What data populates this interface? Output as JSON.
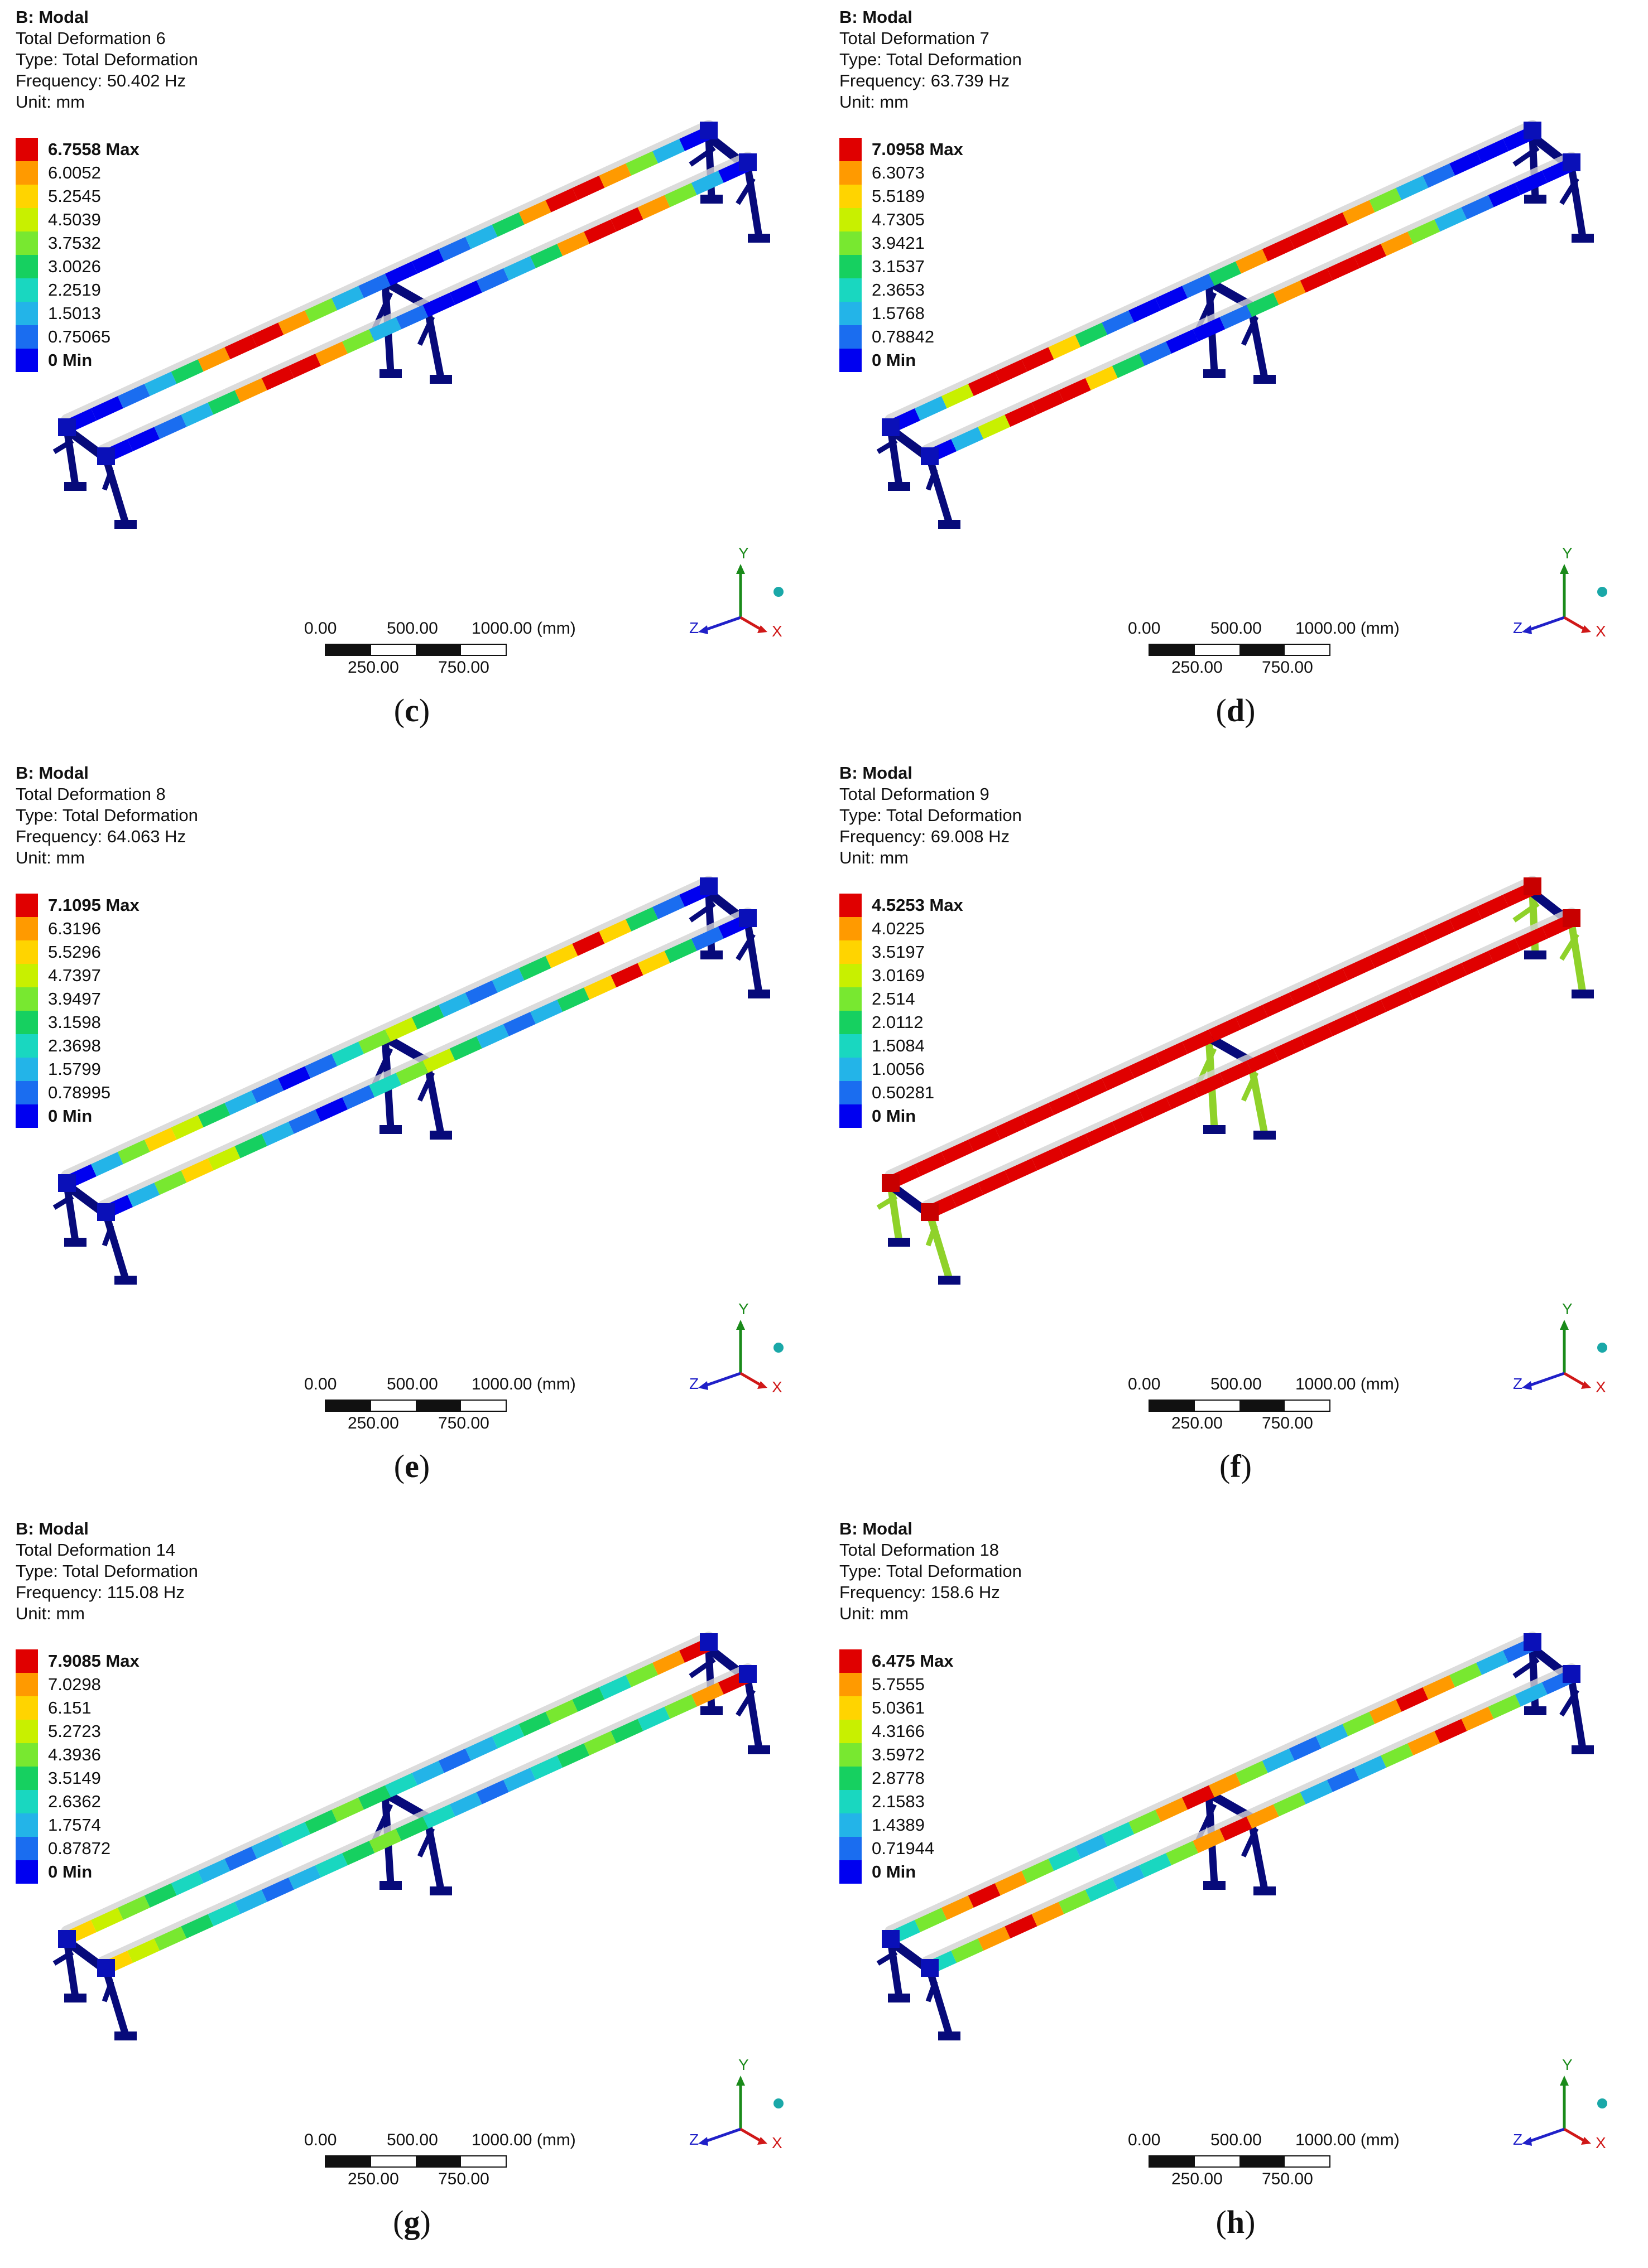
{
  "legend_colors": [
    "#e00000",
    "#ff9a00",
    "#ffd400",
    "#c8f000",
    "#78e830",
    "#16d060",
    "#19d7c0",
    "#23b4e8",
    "#1a6df0",
    "#0000f0"
  ],
  "icons": {
    "triad": "xyz-axis-triad-icon"
  },
  "panels": [
    {
      "caption": "c",
      "title": "B: Modal",
      "result": "Total Deformation 6",
      "type": "Type: Total Deformation",
      "frequency": "Frequency: 50.402 Hz",
      "unit": "Unit: mm",
      "legend": [
        "6.7558 Max",
        "6.0052",
        "5.2545",
        "4.5039",
        "3.7532",
        "3.0026",
        "2.2519",
        "1.5013",
        "0.75065",
        "0 Min"
      ],
      "beam_pattern": [
        0,
        0,
        1,
        2,
        4,
        8,
        9,
        9,
        8,
        5,
        2,
        1,
        0,
        0,
        1,
        2,
        4,
        8,
        9,
        9,
        8,
        5,
        2,
        0
      ]
    },
    {
      "caption": "d",
      "title": "B: Modal",
      "result": "Total Deformation 7",
      "type": "Type: Total Deformation",
      "frequency": "Frequency: 63.739 Hz",
      "unit": "Unit: mm",
      "legend": [
        "7.0958 Max",
        "6.3073",
        "5.5189",
        "4.7305",
        "3.9421",
        "3.1537",
        "2.3653",
        "1.5768",
        "0.78842",
        "0 Min"
      ],
      "beam_pattern": [
        0,
        2,
        6,
        9,
        9,
        9,
        7,
        4,
        1,
        0,
        0,
        1,
        4,
        8,
        9,
        9,
        9,
        8,
        5,
        2,
        1,
        0,
        0,
        0
      ]
    },
    {
      "caption": "e",
      "title": "B: Modal",
      "result": "Total Deformation 8",
      "type": "Type: Total Deformation",
      "frequency": "Frequency: 64.063 Hz",
      "unit": "Unit: mm",
      "legend": [
        "7.1095 Max",
        "6.3196",
        "5.5296",
        "4.7397",
        "3.9497",
        "3.1598",
        "2.3698",
        "1.5799",
        "0.78995",
        "0 Min"
      ],
      "beam_pattern": [
        0,
        2,
        5,
        7,
        6,
        4,
        2,
        1,
        0,
        1,
        3,
        5,
        6,
        4,
        2,
        1,
        2,
        4,
        7,
        9,
        7,
        4,
        1,
        0
      ]
    },
    {
      "caption": "f",
      "title": "B: Modal",
      "result": "Total Deformation 9",
      "type": "Type: Total Deformation",
      "frequency": "Frequency: 69.008 Hz",
      "unit": "Unit: mm",
      "legend": [
        "4.5253 Max",
        "4.0225",
        "3.5197",
        "3.0169",
        "2.514",
        "2.0112",
        "1.5084",
        "1.0056",
        "0.50281",
        "0 Min"
      ],
      "beam_pattern": [
        9,
        9,
        9,
        9,
        9,
        9,
        9,
        9,
        9,
        9,
        9,
        9,
        9,
        9,
        9,
        9,
        9,
        9,
        9,
        9,
        9,
        9,
        9,
        9
      ]
    },
    {
      "caption": "g",
      "title": "B: Modal",
      "result": "Total Deformation 14",
      "type": "Type: Total Deformation",
      "frequency": "Frequency: 115.08 Hz",
      "unit": "Unit: mm",
      "legend": [
        "7.9085 Max",
        "7.0298",
        "6.151",
        "5.2723",
        "4.3936",
        "3.5149",
        "2.6362",
        "1.7574",
        "0.87872",
        "0 Min"
      ],
      "beam_pattern": [
        7,
        6,
        5,
        4,
        3,
        2,
        1,
        2,
        3,
        4,
        5,
        4,
        3,
        2,
        1,
        2,
        3,
        4,
        5,
        4,
        3,
        5,
        8,
        9
      ]
    },
    {
      "caption": "h",
      "title": "B: Modal",
      "result": "Total Deformation 18",
      "type": "Type: Total Deformation",
      "frequency": "Frequency: 158.6 Hz",
      "unit": "Unit: mm",
      "legend": [
        "6.475 Max",
        "5.7555",
        "5.0361",
        "4.3166",
        "3.5972",
        "2.8778",
        "2.1583",
        "1.4389",
        "0.71944",
        "0 Min"
      ],
      "beam_pattern": [
        3,
        5,
        8,
        9,
        8,
        5,
        3,
        2,
        3,
        5,
        8,
        9,
        8,
        5,
        2,
        1,
        2,
        5,
        8,
        9,
        8,
        5,
        2,
        1
      ]
    }
  ],
  "scale_bar": {
    "top_labels": [
      "0.00",
      "500.00",
      "1000.00 (mm)"
    ],
    "bottom_labels": [
      "250.00",
      "750.00"
    ]
  },
  "axes": {
    "y": "Y",
    "z": "Z",
    "x": "X"
  }
}
